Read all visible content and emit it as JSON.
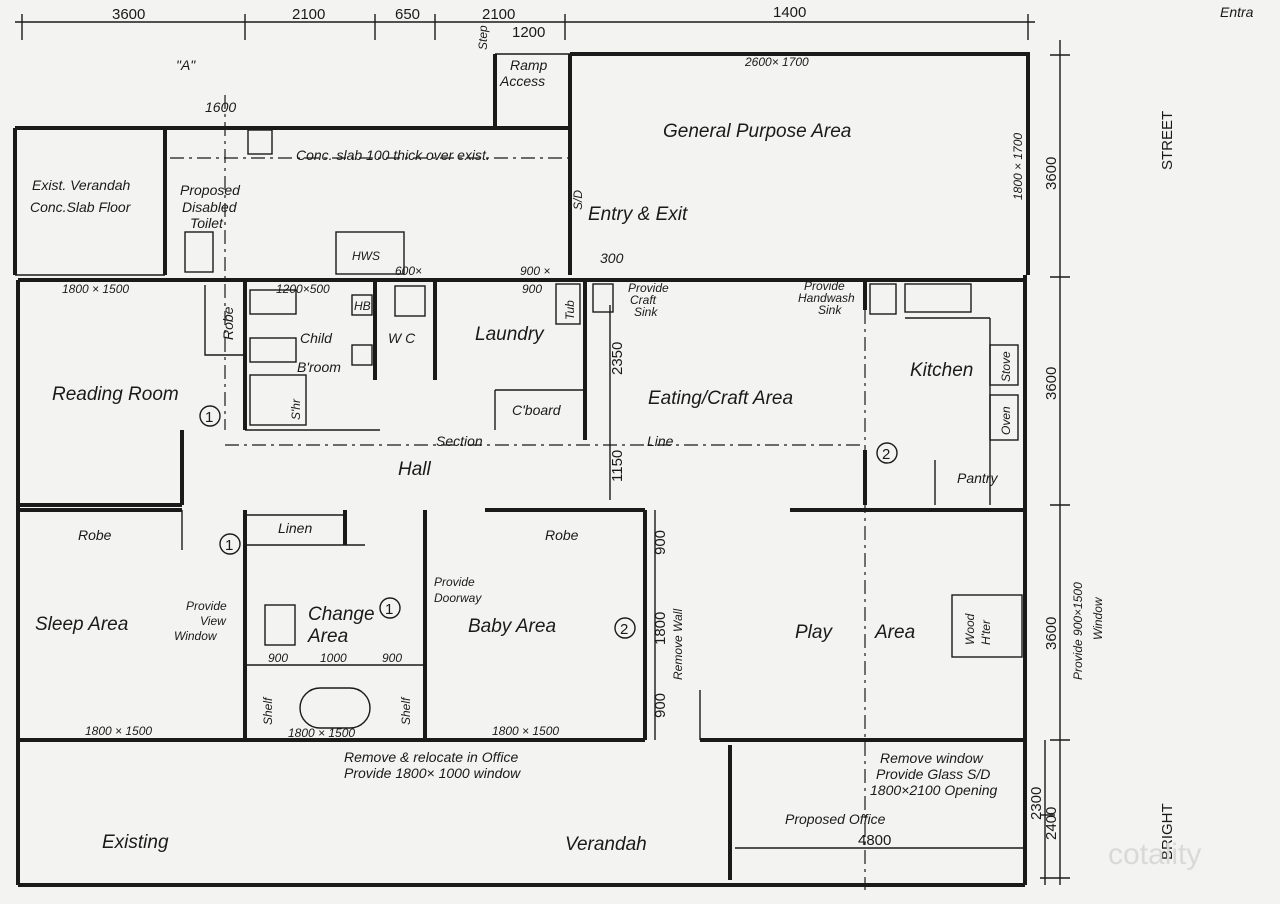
{
  "dimensions": {
    "top": [
      "3600",
      "2100",
      "650",
      "2100",
      "1200",
      "1400"
    ],
    "right": [
      "3600",
      "3600",
      "3600",
      "2300",
      "2400"
    ],
    "inner": [
      "2350",
      "1150",
      "900",
      "1800",
      "900"
    ],
    "office_width": "4800"
  },
  "rooms": {
    "general_purpose": "General Purpose Area",
    "exist_verandah_1": "Exist. Verandah",
    "exist_verandah_2": "Conc.Slab Floor",
    "disabled_toilet_1": "Proposed",
    "disabled_toilet_2": "Disabled",
    "disabled_toilet_3": "Toilet",
    "entry_exit": "Entry & Exit",
    "reading_room": "Reading Room",
    "child_bathroom_1": "Child",
    "child_bathroom_2": "B'room",
    "wc": "W C",
    "laundry": "Laundry",
    "eating_craft": "Eating/Craft Area",
    "kitchen": "Kitchen",
    "pantry": "Pantry",
    "hall": "Hall",
    "sleep_area": "Sleep Area",
    "change_area_1": "Change",
    "change_area_2": "Area",
    "baby_area": "Baby Area",
    "play_area_1": "Play",
    "play_area_2": "Area",
    "proposed_office": "Proposed Office",
    "existing": "Existing",
    "verandah": "Verandah",
    "linen": "Linen",
    "cboard": "C'board"
  },
  "fixtures": {
    "hws": "HWS",
    "tub": "Tub",
    "stove": "Stove",
    "oven": "Oven",
    "wood_heater_1": "Wood",
    "wood_heater_2": "H'ter",
    "robe": "Robe",
    "shelf": "Shelf",
    "shr": "S'hr",
    "hb": "HB"
  },
  "windows": {
    "gp_top": "2600× 1700",
    "gp_right": "1800 × 1700",
    "reading": "1800 × 1500",
    "child_bath": "1200×500",
    "wc": "600×",
    "laundry_1": "900 ×",
    "laundry_2": "900",
    "sleep": "1800 × 1500",
    "change": "1800 × 1500",
    "baby": "1800 × 1500",
    "change_w1": "900",
    "change_w2": "1000",
    "change_w3": "900"
  },
  "notes": {
    "ramp_1": "Ramp",
    "ramp_2": "Access",
    "step": "Step",
    "conc_slab": "Conc. slab 100 thick over exist.",
    "sd": "S/D",
    "entry_dim": "300",
    "craft_sink_1": "Provide",
    "craft_sink_2": "Craft",
    "craft_sink_3": "Sink",
    "handwash_1": "Provide",
    "handwash_2": "Handwash",
    "handwash_3": "Sink",
    "section": "Section",
    "line": "Line",
    "view_window_1": "Provide",
    "view_window_2": "View",
    "view_window_3": "Window",
    "doorway_1": "Provide",
    "doorway_2": "Doorway",
    "remove_wall": "Remove Wall",
    "relocate_1": "Remove & relocate in Office",
    "relocate_2": "Provide 1800× 1000 window",
    "remove_window_1": "Remove window",
    "remove_window_2": "Provide Glass S/D",
    "remove_window_3": "1800×2100 Opening",
    "provide_window_1": "Provide 900×1500",
    "provide_window_2": "Window",
    "section_mark": "\"A\"",
    "section_width": "1600",
    "tag_1": "1",
    "tag_2": "2"
  },
  "street": {
    "street": "STREET",
    "bright": "BRIGHT",
    "entrance": "Entra"
  },
  "watermark": "cotality"
}
